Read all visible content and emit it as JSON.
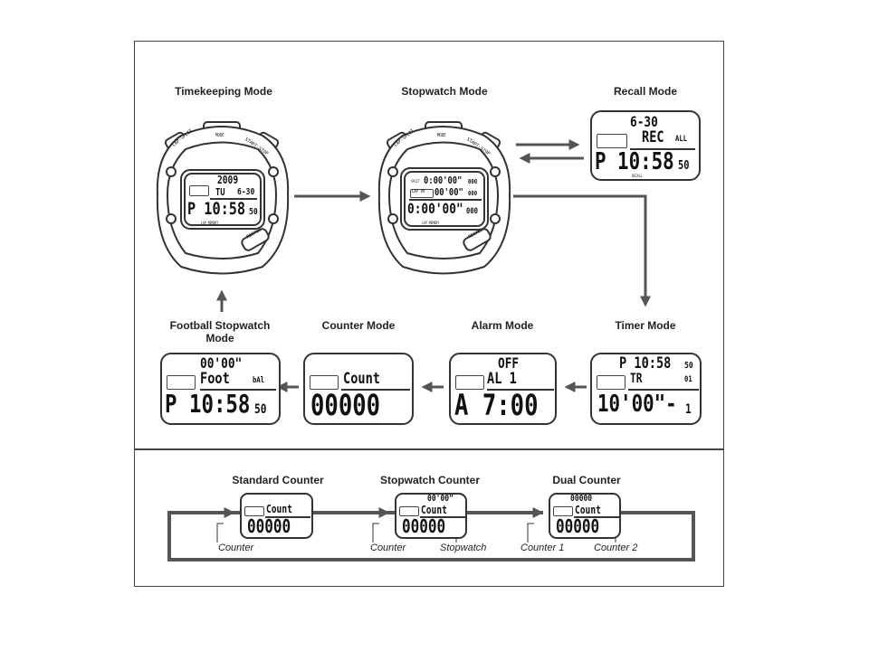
{
  "top": {
    "timekeeping": {
      "title": "Timekeeping Mode",
      "buttons": {
        "mode": "MODE",
        "lap_split": "LAP·SPLIT",
        "start_stop": "START·STOP",
        "recall": "RECALL"
      },
      "year": "2009",
      "day": "TU",
      "date": "6-30",
      "time": "P 10:58",
      "seconds": "50",
      "band": "LAP MEMORY"
    },
    "stopwatch": {
      "title": "Stopwatch Mode",
      "buttons": {
        "mode": "MODE",
        "lap_split": "LAP·SPLIT",
        "start_stop": "START·STOP",
        "recall": "RECALL"
      },
      "split_label": "SPLIT",
      "split": "0:00'00\"",
      "split_ms": "000",
      "lap_label": "LAP 00",
      "lap": "00'00\"",
      "lap_ms": "000",
      "main": "0:00'00\"",
      "main_ms": "000",
      "band": "LAP MEMORY"
    },
    "recall": {
      "title": "Recall Mode",
      "date": "6-30",
      "rec": "REC",
      "all": "ALL",
      "time": "P 10:58",
      "seconds": "50",
      "footer": "RECALL"
    }
  },
  "bottom_row": {
    "football": {
      "title_line1": "Football Stopwatch",
      "title_line2": "Mode",
      "top": "00'00\"",
      "mid": "Foot",
      "mid_small": "bAl",
      "time": "P 10:58",
      "seconds": "50"
    },
    "counter": {
      "title": "Counter Mode",
      "mid": "Count",
      "main": "00000"
    },
    "alarm": {
      "title": "Alarm Mode",
      "top": "OFF",
      "mid": "AL  1",
      "time": "A  7:00"
    },
    "timer": {
      "title": "Timer Mode",
      "top": "P 10:58",
      "top_small": "50",
      "mid": "TR",
      "mid_small": "01",
      "main": "10'00\"-",
      "main_small": "1"
    }
  },
  "counter_types": {
    "standard": {
      "title": "Standard Counter",
      "mid": "Count",
      "main": "00000",
      "notes": [
        "Counter"
      ]
    },
    "stopwatch_counter": {
      "title": "Stopwatch Counter",
      "top": "00'00\"",
      "mid": "Count",
      "main": "00000",
      "notes": [
        "Counter",
        "Stopwatch"
      ]
    },
    "dual": {
      "title": "Dual Counter",
      "top": "00000",
      "mid": "Count",
      "main": "00000",
      "notes": [
        "Counter 1",
        "Counter 2"
      ]
    }
  },
  "colors": {
    "line": "#333333",
    "arrow": "#555555",
    "background": "#ffffff"
  }
}
